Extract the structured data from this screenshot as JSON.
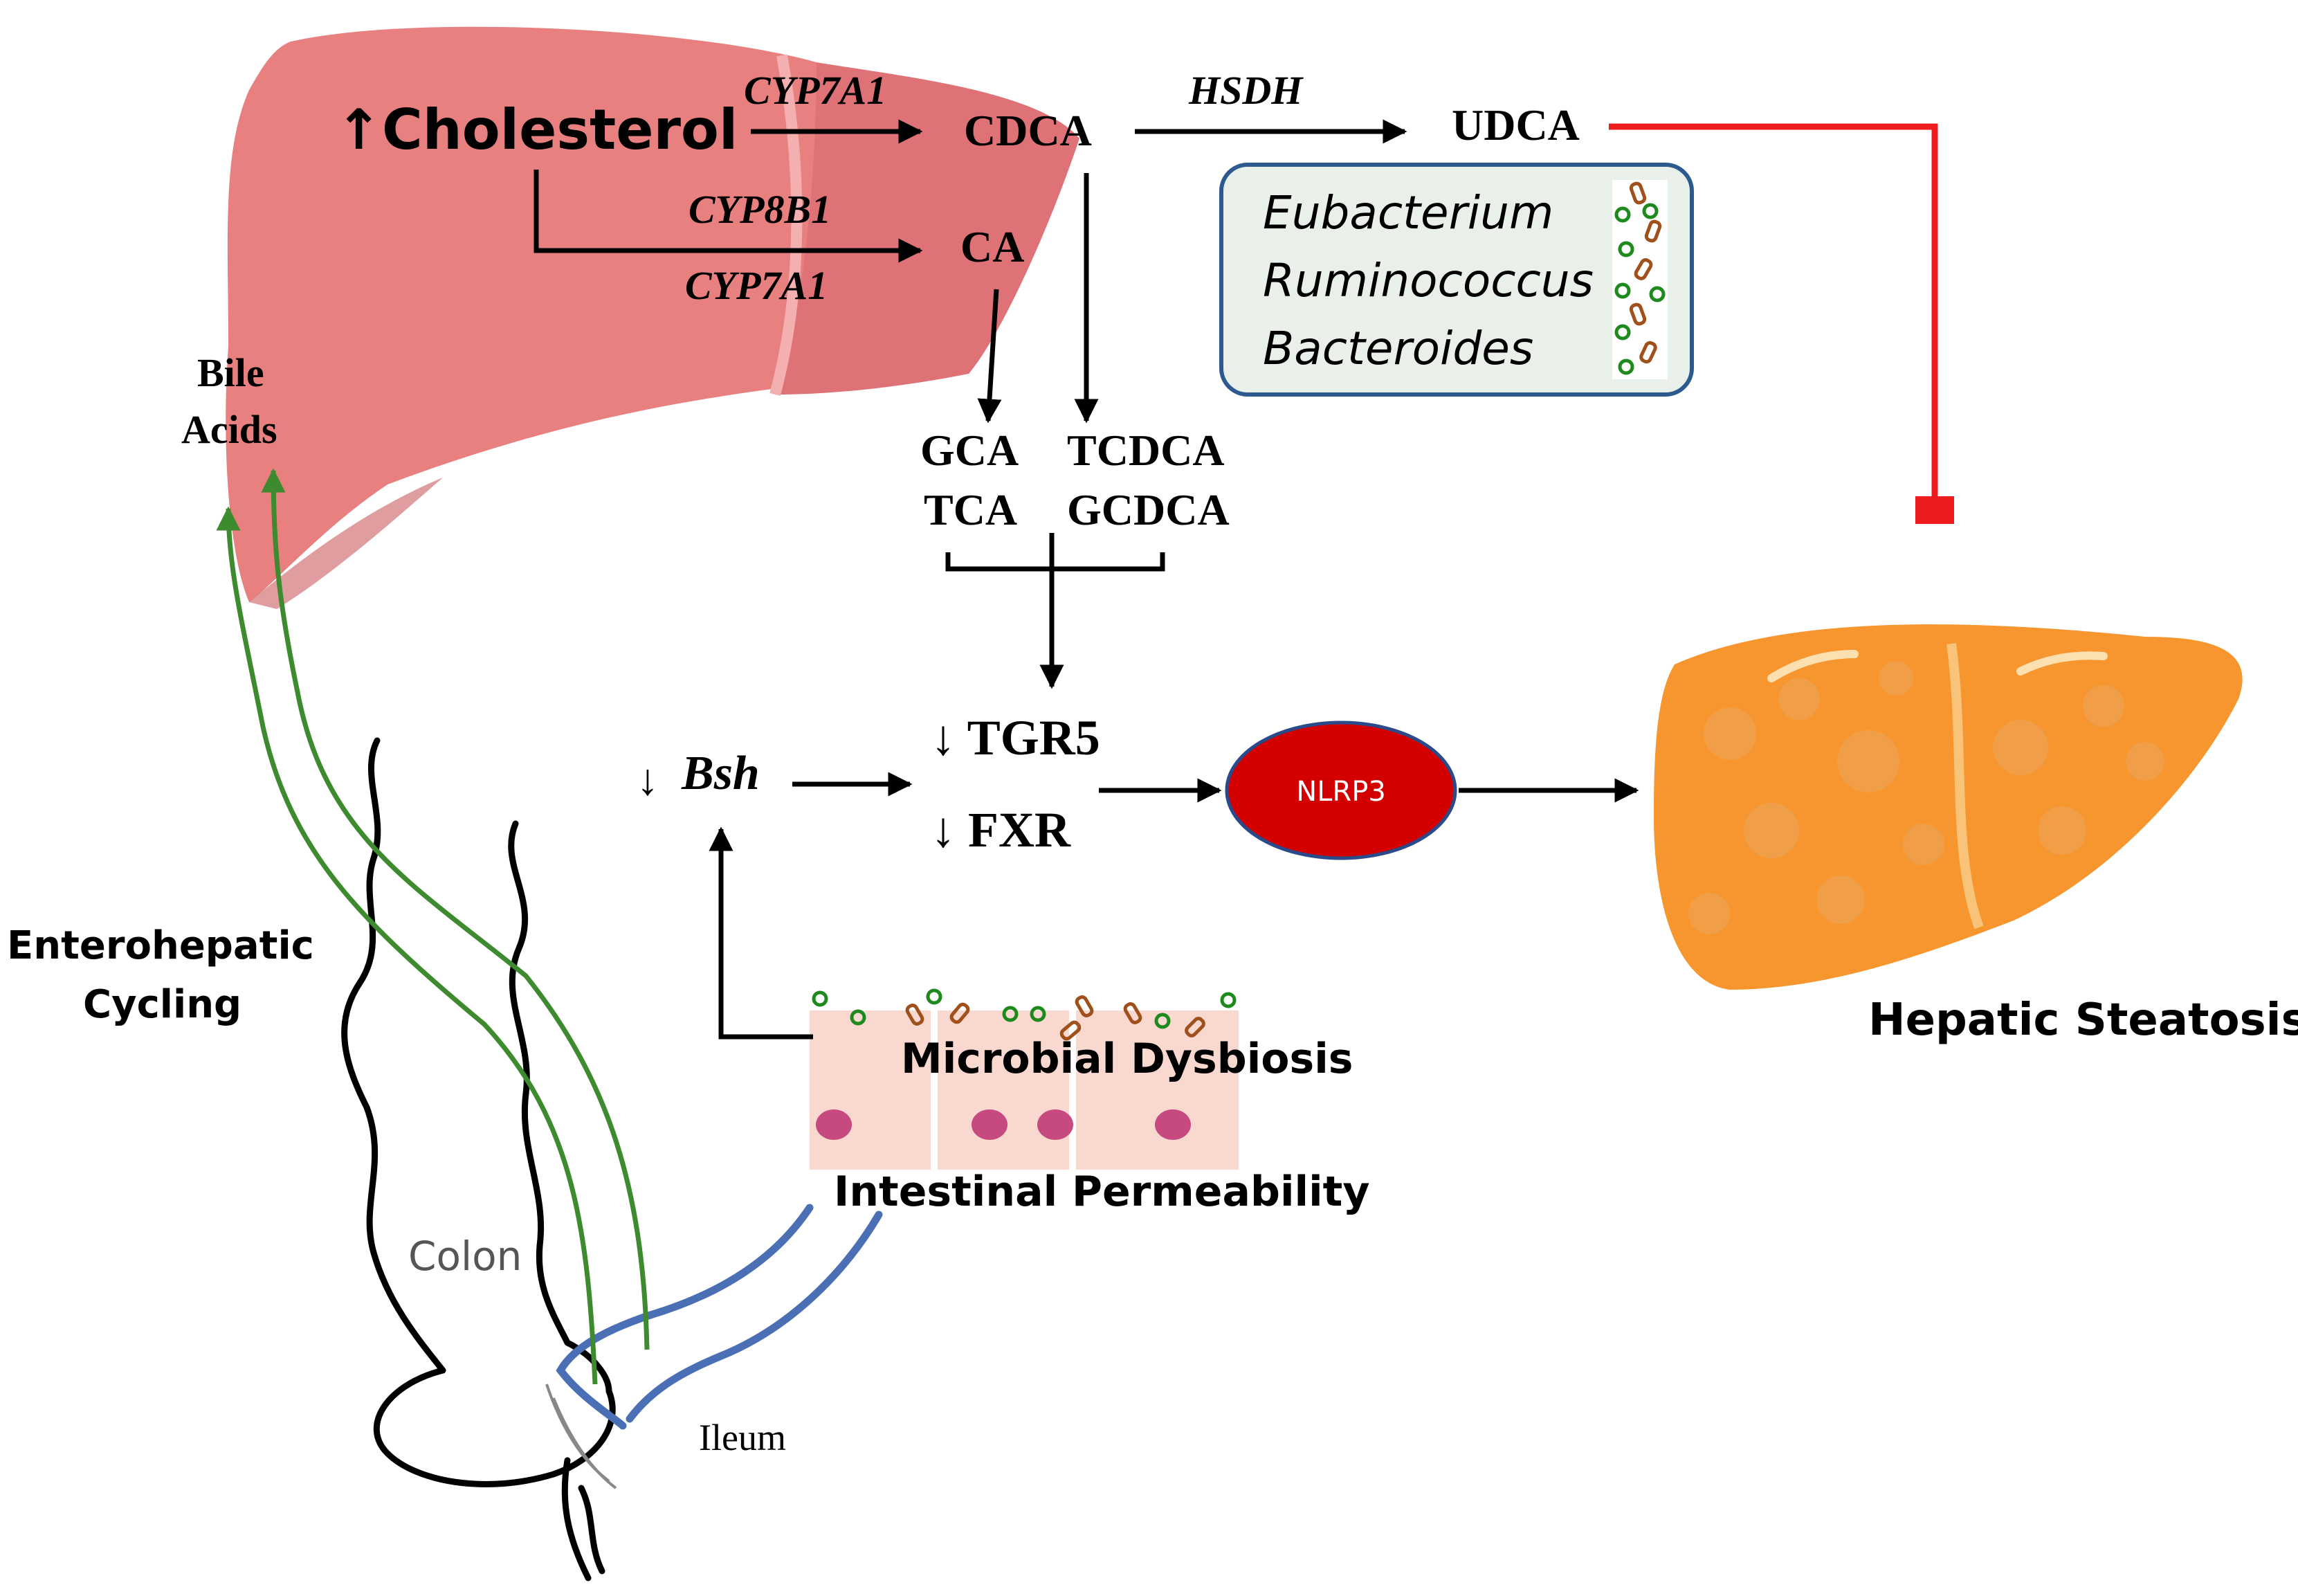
{
  "labels": {
    "cholesterol": "↑Cholesterol",
    "cyp7a1_top": "CYP7A1",
    "cdca": "CDCA",
    "hsdh": "HSDH",
    "udca": "UDCA",
    "cyp8b1": "CYP8B1",
    "ca": "CA",
    "cyp7a1_bottom": "CYP7A1",
    "bile": "Bile",
    "acids": "Acids",
    "gca": "GCA",
    "tca": "TCA",
    "tcdca": "TCDCA",
    "gcdca": "GCDCA",
    "bsh_arrow": "↓",
    "bsh": "Bsh",
    "tgr5": "↓ TGR5",
    "fxr": "↓ FXR",
    "nlrp3": "NLRP3",
    "enterohepatic_1": "Enterohepatic",
    "enterohepatic_2": "Cycling",
    "microbial_dysbiosis": "Microbial Dysbiosis",
    "intestinal_permeability": "Intestinal Permeability",
    "colon": "Colon",
    "ileum": "Ileum",
    "hepatic_steatosis": "Hepatic Steatosis"
  },
  "bacteria_box": {
    "items": [
      "Eubacterium",
      "Ruminococcus",
      "Bacteroides"
    ]
  },
  "colors": {
    "liver_top": "#e88080",
    "liver_top_dark": "#d86a6c",
    "liver_steatosis": "#f7952f",
    "liver_steatosis_spots": "#f0a04a",
    "nlrp3_fill": "#d40000",
    "nlrp3_stroke": "#2a4a8a",
    "inhibit_line": "#ee1c1c",
    "green_cycle": "#3e8a2e",
    "ileum_blue": "#4a6fb5",
    "box_fill": "#e9f0ea",
    "box_stroke": "#2d5a8e",
    "cell_fill": "#f9d8d0",
    "nucleus": "#c64a80",
    "bacteria_green": "#1e8a1e",
    "bacteria_brown": "#a0501a"
  }
}
